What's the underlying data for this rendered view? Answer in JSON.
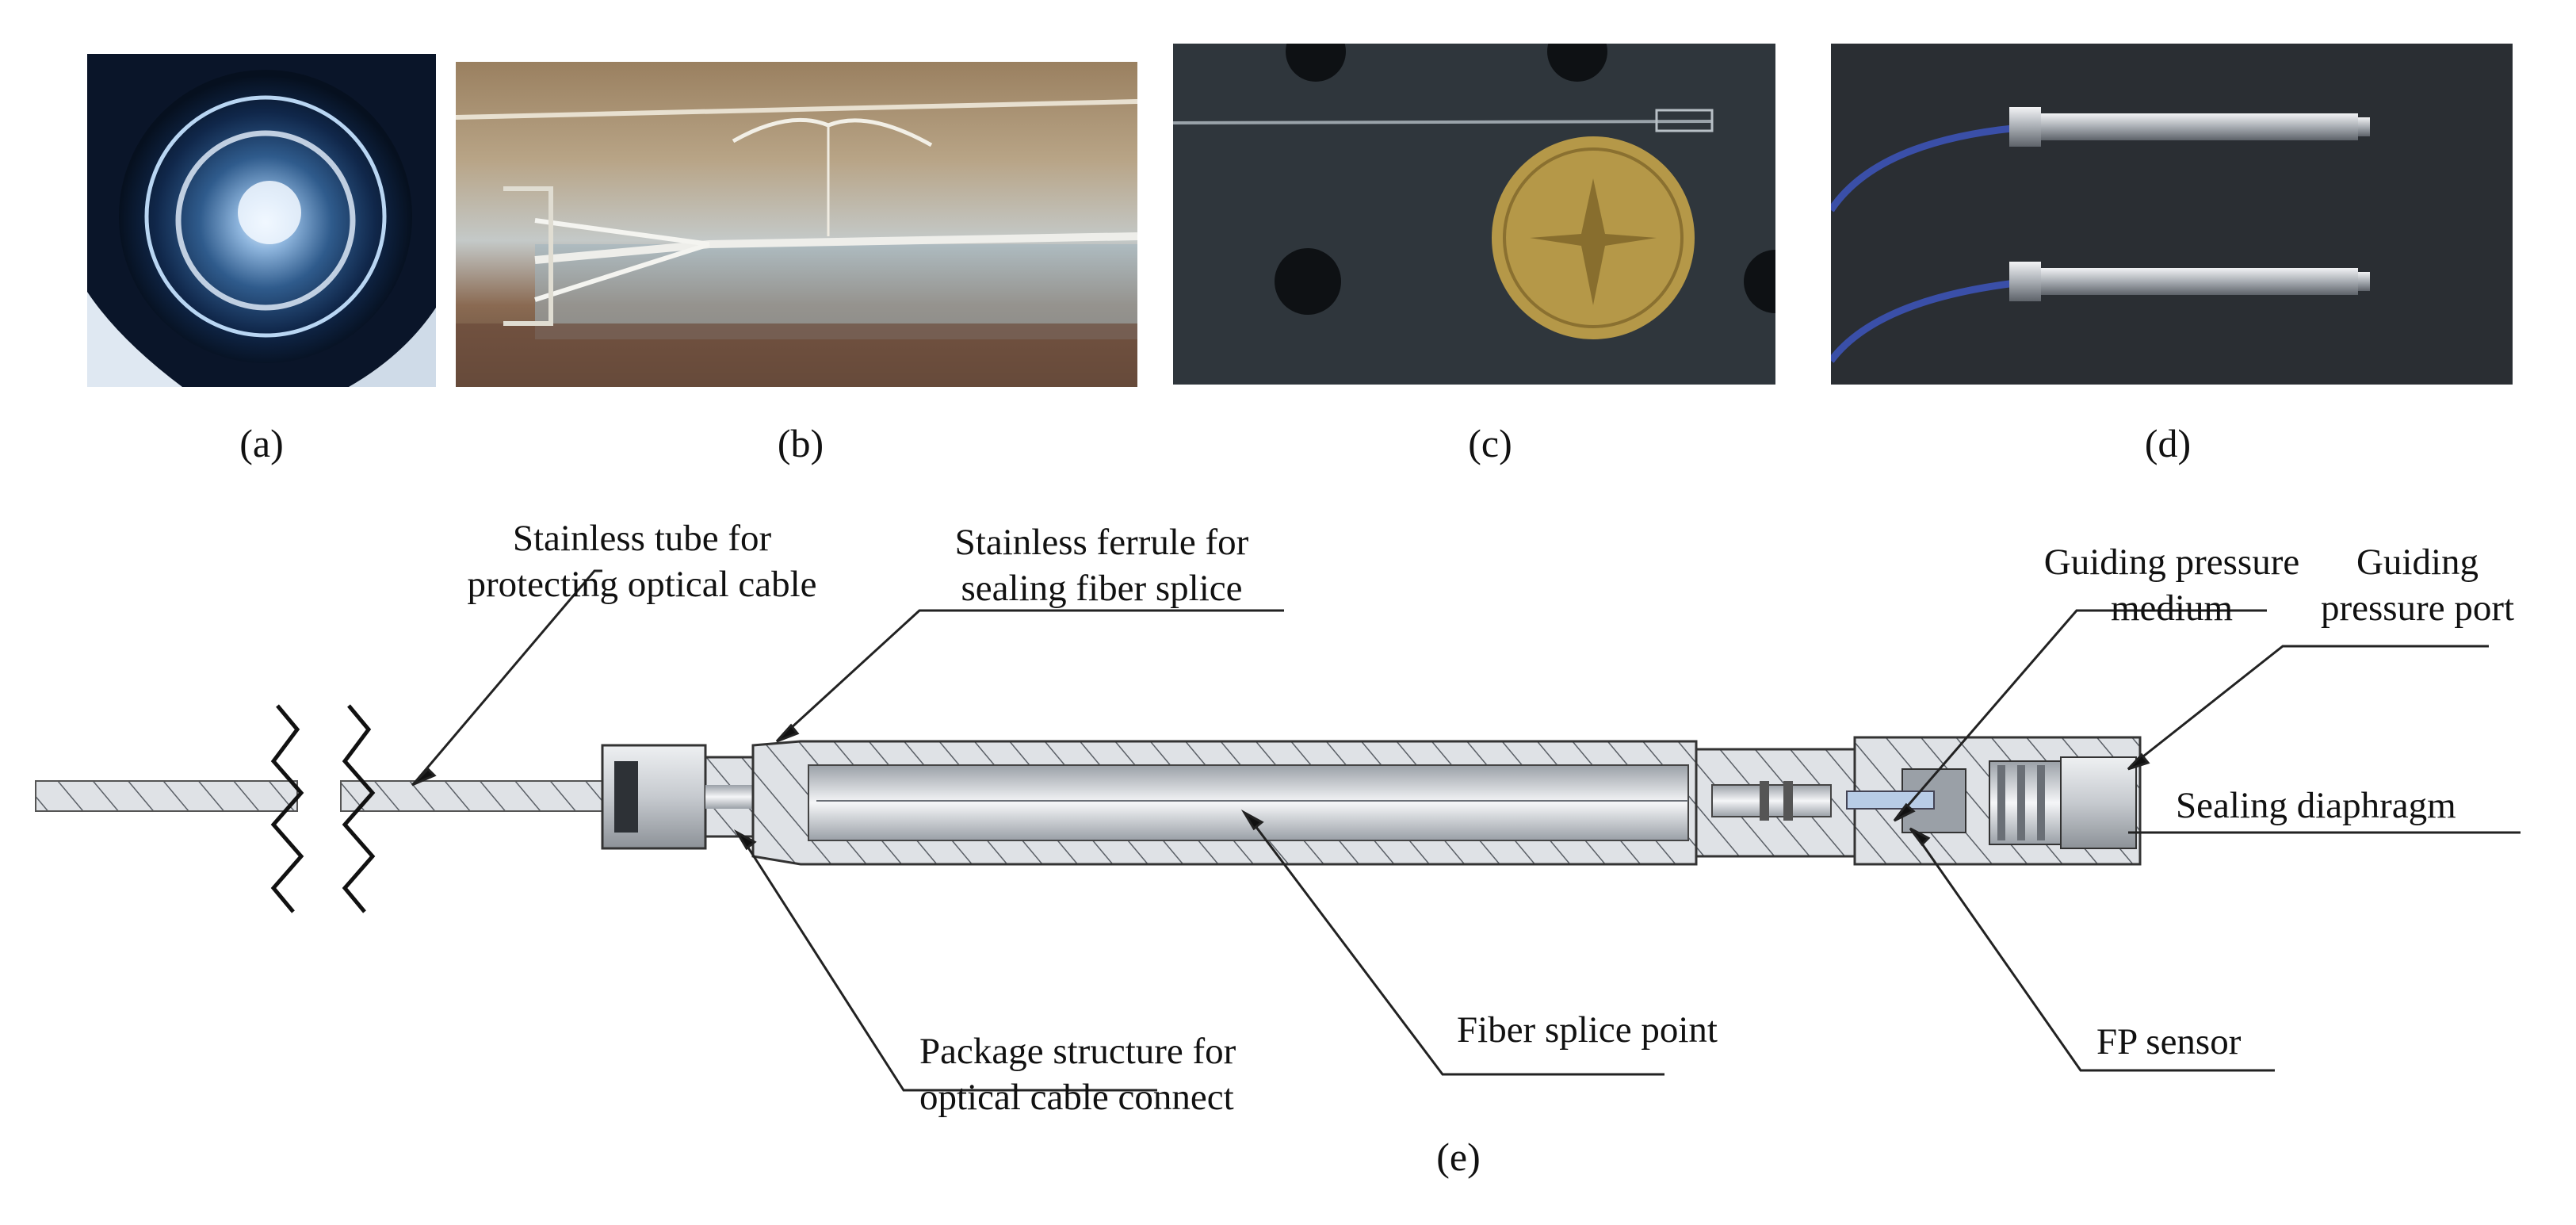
{
  "captions": {
    "a": "(a)",
    "b": "(b)",
    "c": "(c)",
    "d": "(d)",
    "e": "(e)"
  },
  "labels": {
    "stainless_tube": [
      "Stainless tube for",
      "protecting optical cable"
    ],
    "stainless_ferrule": [
      "Stainless ferrule for",
      "sealing fiber splice"
    ],
    "guiding_medium": [
      "Guiding pressure",
      "medium"
    ],
    "guiding_port": [
      "Guiding",
      "pressure port"
    ],
    "sealing_diaphragm": "Sealing diaphragm",
    "package_structure": [
      "Package structure for",
      "optical cable connect"
    ],
    "fiber_splice": "Fiber splice point",
    "fp_sensor": "FP sensor"
  },
  "colors": {
    "photo_dark": "#1d2733",
    "metal": "#c9ccd1",
    "metal_dark": "#8a8f96",
    "cable_blue": "#3a4fa8",
    "coin_gold": "#b59848",
    "line": "#222222"
  }
}
